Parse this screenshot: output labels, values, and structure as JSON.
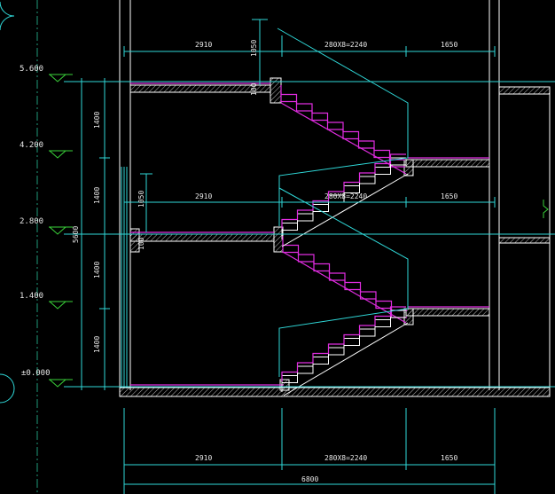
{
  "levels": [
    "5.600",
    "4.200",
    "2.800",
    "1.400",
    "±0.000"
  ],
  "top_dims": {
    "left": "2910",
    "middle": "280X8=2240",
    "right": "1650"
  },
  "mid_dims": {
    "left": "2910",
    "middle": "280X8=2240",
    "right": "1650"
  },
  "bottom_dims": {
    "left": "2910",
    "middle": "280X8=2240",
    "right": "1650",
    "total": "6800"
  },
  "vertical_dims": {
    "segment_1": "1400",
    "segment_2": "1400",
    "segment_3": "1400",
    "segment_4": "1400",
    "total": "5600"
  },
  "handrail_dims": {
    "upper_height": "1050",
    "upper_post": "100",
    "lower_height": "1050",
    "lower_post": "100"
  },
  "colors": {
    "background": "#000000",
    "wall": "#ffffff",
    "level_mark": "#3ad23a",
    "dimension": "#2fd8d8",
    "stair": "#e02ce0",
    "grid_axis": "#1f9a7a"
  }
}
